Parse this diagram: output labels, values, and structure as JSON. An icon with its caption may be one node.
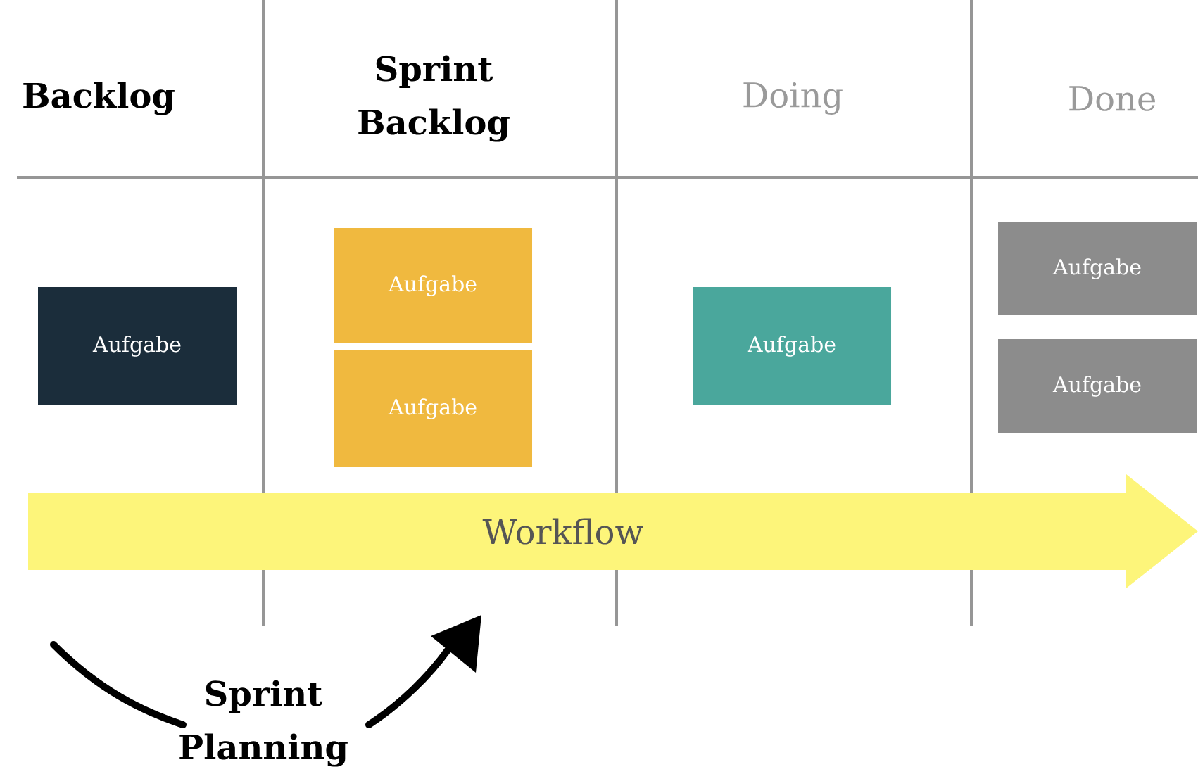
{
  "diagram": {
    "nodes": [
      {
        "text": [
          "Aufgabe"
        ]
      },
      {
        "text": [
          "Aufgabe"
        ]
      },
      {
        "text": [
          "Aufgabe"
        ]
      },
      {
        "text": [
          "Aufgabe"
        ]
      },
      {
        "text": [
          "Aufgabe"
        ]
      },
      {
        "text": [
          "Aufgabe"
        ]
      },
      {
        "text": [
          "Workflow"
        ]
      }
    ],
    "labels": [
      "Backlog",
      "Sprint Backlog",
      "Doing",
      "Done",
      "Sprint Planning"
    ]
  }
}
